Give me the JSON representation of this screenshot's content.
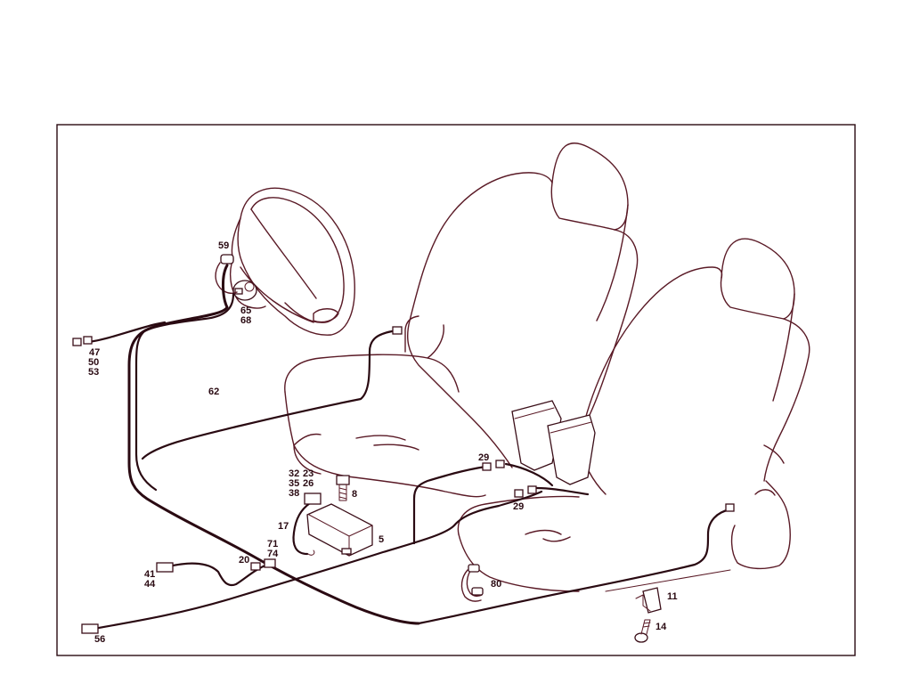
{
  "labels": {
    "l59": "59",
    "l65": "65",
    "l68": "68",
    "l47": "47",
    "l50": "50",
    "l53": "53",
    "l62": "62",
    "l32": "32",
    "l23": "23",
    "l35": "35",
    "l26": "26",
    "l38": "38",
    "l8": "8",
    "l17": "17",
    "l5": "5",
    "l71": "71",
    "l74": "74",
    "l20": "20",
    "l41": "41",
    "l44": "44",
    "l56": "56",
    "l29a": "29",
    "l29b": "29",
    "l80": "80",
    "l11": "11",
    "l14": "14"
  },
  "colors": {
    "line": "#5a1a26",
    "harness": "#2a0a12",
    "background": "#ffffff"
  }
}
